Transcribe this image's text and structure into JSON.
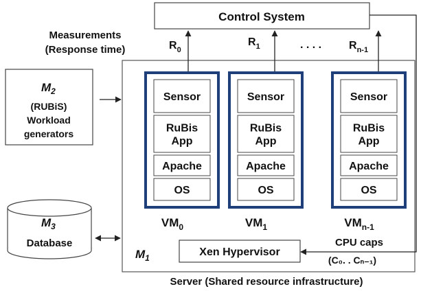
{
  "control_system": {
    "label": "Control System"
  },
  "measurements": {
    "line1": "Measurements",
    "line2": "(Response time)"
  },
  "responses": [
    {
      "base": "R",
      "sub": "0"
    },
    {
      "base": "R",
      "sub": "1"
    },
    {
      "base": "R",
      "sub": "n-1"
    }
  ],
  "responses_ellipsis": ". . . .",
  "workload": {
    "machine_base": "M",
    "machine_sub": "2",
    "line1": "(RUBiS)",
    "line2": "Workload",
    "line3": "generators"
  },
  "database": {
    "machine_base": "M",
    "machine_sub": "3",
    "label": "Database"
  },
  "server": {
    "machine_base": "M",
    "machine_sub": "1",
    "caption": "Server (Shared resource infrastructure)"
  },
  "vms": [
    {
      "name_base": "VM",
      "name_sub": "0",
      "components": [
        {
          "lines": [
            "Sensor"
          ]
        },
        {
          "lines": [
            "RuBis",
            "App"
          ]
        },
        {
          "lines": [
            "Apache"
          ]
        },
        {
          "lines": [
            "OS"
          ]
        }
      ]
    },
    {
      "name_base": "VM",
      "name_sub": "1",
      "components": [
        {
          "lines": [
            "Sensor"
          ]
        },
        {
          "lines": [
            "RuBis",
            "App"
          ]
        },
        {
          "lines": [
            "Apache"
          ]
        },
        {
          "lines": [
            "OS"
          ]
        }
      ]
    },
    {
      "name_base": "VM",
      "name_sub": "n-1",
      "components": [
        {
          "lines": [
            "Sensor"
          ]
        },
        {
          "lines": [
            "RuBis",
            "App"
          ]
        },
        {
          "lines": [
            "Apache"
          ]
        },
        {
          "lines": [
            "OS"
          ]
        }
      ]
    }
  ],
  "hypervisor": {
    "label": "Xen Hypervisor"
  },
  "cpu_caps": {
    "line1": "CPU caps",
    "line2": "(C₀. . Cₙ₋₁)"
  },
  "colors": {
    "vm_border": "#1f3f7a",
    "line": "#222222"
  }
}
